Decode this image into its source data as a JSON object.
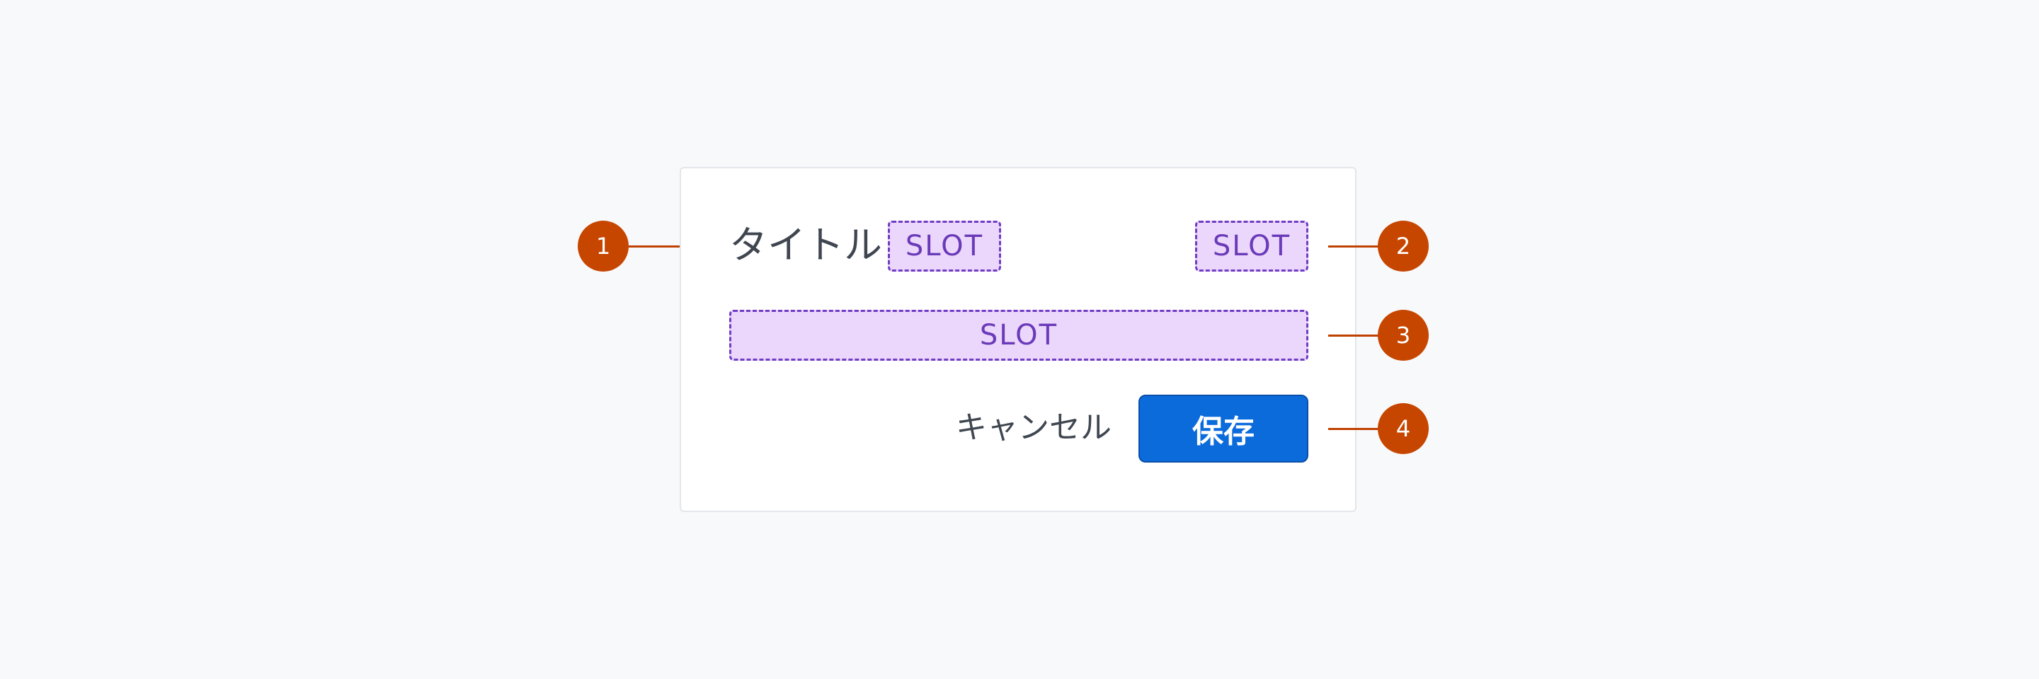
{
  "header": {
    "title": "タイトル",
    "title_slot_label": "SLOT",
    "actions_slot_label": "SLOT"
  },
  "content": {
    "slot_label": "SLOT"
  },
  "footer": {
    "cancel_label": "キャンセル",
    "save_label": "保存"
  },
  "callouts": [
    "1",
    "2",
    "3",
    "4"
  ],
  "colors": {
    "slot_fill": "#ebd7fc",
    "slot_border": "#6f3cc3",
    "primary_button": "#0b6bdb",
    "callout": "#c64600"
  }
}
